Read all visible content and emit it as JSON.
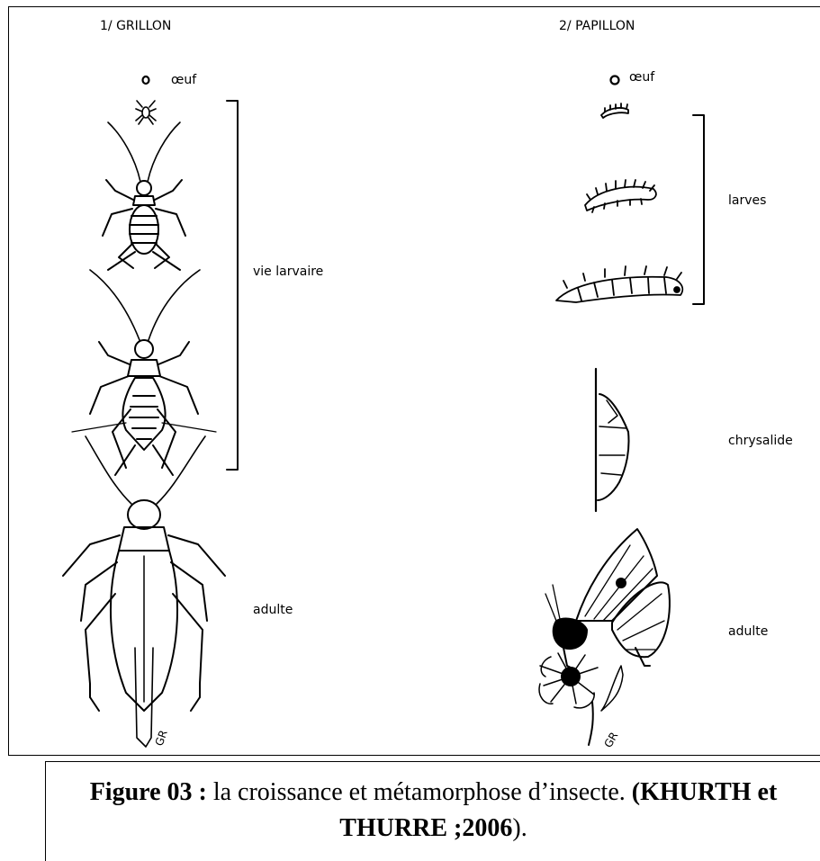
{
  "cricket": {
    "title": "1/ GRILLON",
    "egg_label": "œuf",
    "larval_label": "vie larvaire",
    "adult_label": "adulte",
    "signature": "GR"
  },
  "butterfly": {
    "title": "2/ PAPILLON",
    "egg_label": "œuf",
    "larvae_label": "larves",
    "pupa_label": "chrysalide",
    "adult_label": "adulte",
    "signature": "GR"
  },
  "caption": {
    "label": "Figure 03 :",
    "text": " la croissance et métamorphose d’insecte. ",
    "citation_open": "(KHURTH et THURRE ;2006",
    "citation_close": ")."
  }
}
